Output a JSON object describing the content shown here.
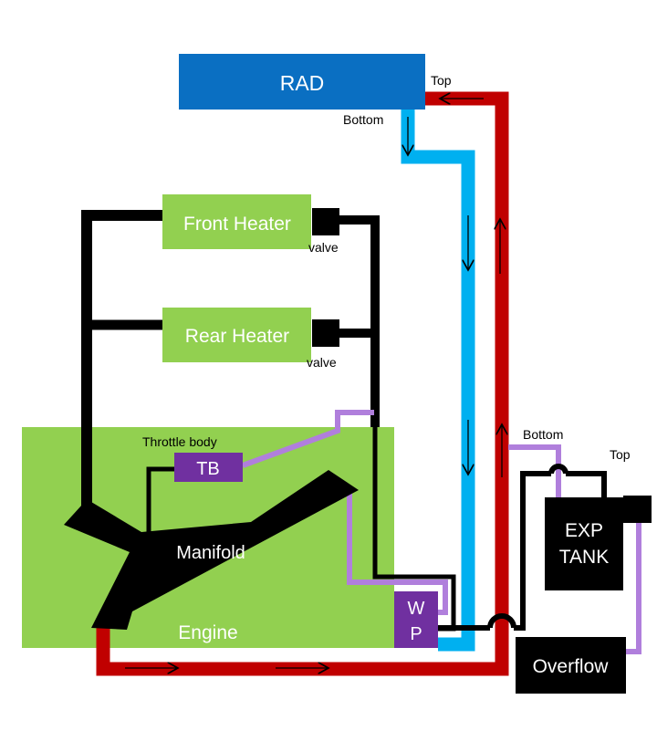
{
  "colors": {
    "radiator": "#0A6FC2",
    "hot_pipe": "#C00000",
    "cold_pipe": "#00B0F0",
    "heater_and_engine": "#92D050",
    "purple_component": "#7030A0",
    "vent_line": "#B07FDC",
    "black_line": "#000000"
  },
  "radiator": {
    "label": "RAD",
    "top_label": "Top",
    "bottom_label": "Bottom"
  },
  "front_heater": {
    "label": "Front Heater",
    "valve_label": "valve"
  },
  "rear_heater": {
    "label": "Rear Heater",
    "valve_label": "valve"
  },
  "engine": {
    "label": "Engine"
  },
  "manifold": {
    "label": "Manifold"
  },
  "throttle_body": {
    "label": "TB",
    "caption": "Throttle body"
  },
  "water_pump": {
    "line1": "W",
    "line2": "P"
  },
  "expansion_tank": {
    "line1": "EXP",
    "line2": "TANK",
    "top_label": "Top",
    "bottom_label": "Bottom"
  },
  "overflow": {
    "label": "Overflow"
  }
}
